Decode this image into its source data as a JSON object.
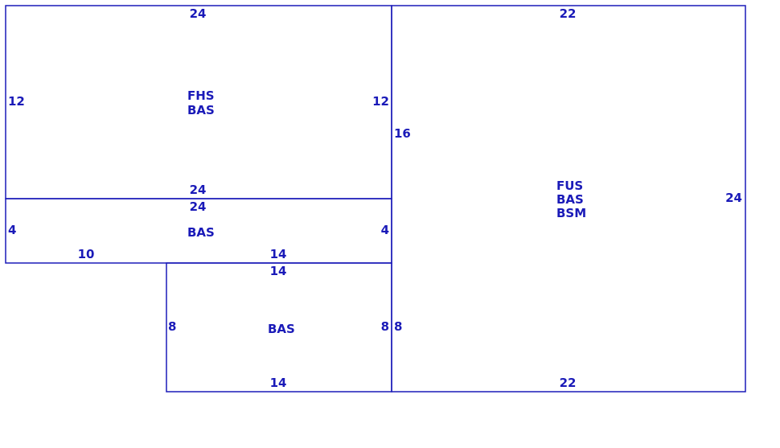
{
  "colors": {
    "ink": "#1a1ab8",
    "background": "#ffffff"
  },
  "areas": [
    {
      "id": "area-top-left",
      "codes": [
        "FHS",
        "BAS"
      ],
      "dims": {
        "top": "24",
        "bottom": "24",
        "left": "12",
        "right": "12"
      }
    },
    {
      "id": "area-middle-strip",
      "codes": [
        "BAS"
      ],
      "dims": {
        "top": "24",
        "bottom_left": "10",
        "bottom_right": "14",
        "left": "4",
        "right": "4"
      }
    },
    {
      "id": "area-bottom-center",
      "codes": [
        "BAS"
      ],
      "dims": {
        "top": "14",
        "bottom": "14",
        "left": "8",
        "right": "8"
      }
    },
    {
      "id": "area-right",
      "codes": [
        "FUS",
        "BAS",
        "BSM"
      ],
      "dims": {
        "top": "22",
        "bottom": "22",
        "left_upper": "16",
        "left_lower": "8",
        "right": "24"
      }
    }
  ]
}
